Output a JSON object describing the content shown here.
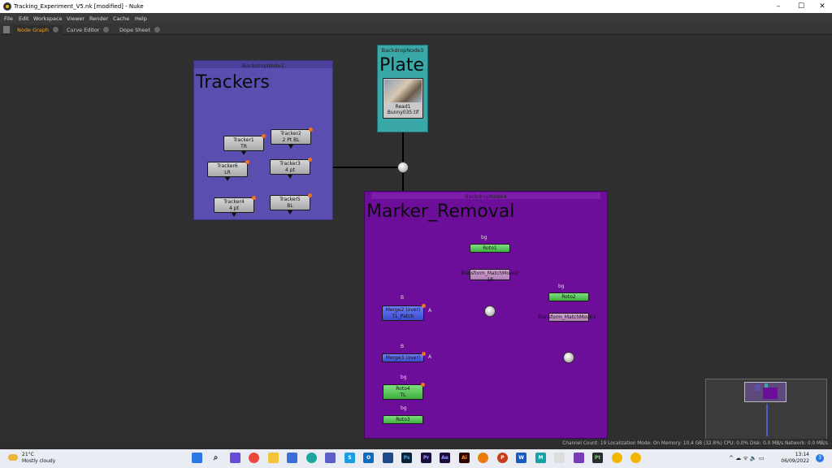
{
  "window": {
    "title": "Tracking_Experiment_V5.nk [modified] - Nuke",
    "minimize": "–",
    "maximize": "☐",
    "close": "✕"
  },
  "menu": [
    "File",
    "Edit",
    "Workspace",
    "Viewer",
    "Render",
    "Cache",
    "Help"
  ],
  "tabs": [
    {
      "label": "Node Graph",
      "active": true
    },
    {
      "label": "Curve Editor",
      "active": false
    },
    {
      "label": "Dope Sheet",
      "active": false
    }
  ],
  "backdrops": {
    "trackers": {
      "name": "BackdropNode1",
      "label": "Trackers",
      "color": "#5a4fb0"
    },
    "plate": {
      "name": "BackdropNode3",
      "label": "Plate",
      "color": "#3aa7a8"
    },
    "marker_removal": {
      "name": "BackdropNode4",
      "label": "Marker_Removal",
      "color": "#6d0e9a"
    }
  },
  "nodes": {
    "tracker1": {
      "name": "Tracker1",
      "sub": "TR"
    },
    "tracker2": {
      "name": "Tracker2",
      "sub": "2 Pt BL"
    },
    "tracker6": {
      "name": "Tracker6",
      "sub": "LR"
    },
    "tracker3": {
      "name": "Tracker3",
      "sub": "4 pt"
    },
    "tracker4": {
      "name": "Tracker4",
      "sub": "4 pt"
    },
    "tracker5": {
      "name": "Tracker5",
      "sub": "BL"
    },
    "read1": {
      "name": "Read1",
      "sub": "Bunny035.tif"
    },
    "roto1": {
      "name": "Roto1"
    },
    "transform1": {
      "name": "Transform_MatchMove2",
      "sub": "1P"
    },
    "roto2": {
      "name": "Roto2"
    },
    "transform2": {
      "name": "Transform_MatchMove3"
    },
    "merge2": {
      "name": "Merge2 (over)",
      "sub": "TL_Patch"
    },
    "merge3": {
      "name": "Merge3 (over)"
    },
    "roto4": {
      "name": "Roto4",
      "sub": "TL"
    },
    "roto3": {
      "name": "Roto3"
    }
  },
  "pins": {
    "bg": "bg",
    "b": "B",
    "a": "A"
  },
  "status": "Channel Count: 19  Localization Mode: On  Memory: 10.4 GB (32.8%)  CPU: 0.0%  Disk: 0.0 MB/s  Network: 0.0 MB/s",
  "taskbar": {
    "temp": "21°C",
    "weather": "Mostly cloudy",
    "time": "13:14",
    "date": "06/09/2022",
    "tray": "^  ☁  ᯤ  🔈  ▭"
  }
}
